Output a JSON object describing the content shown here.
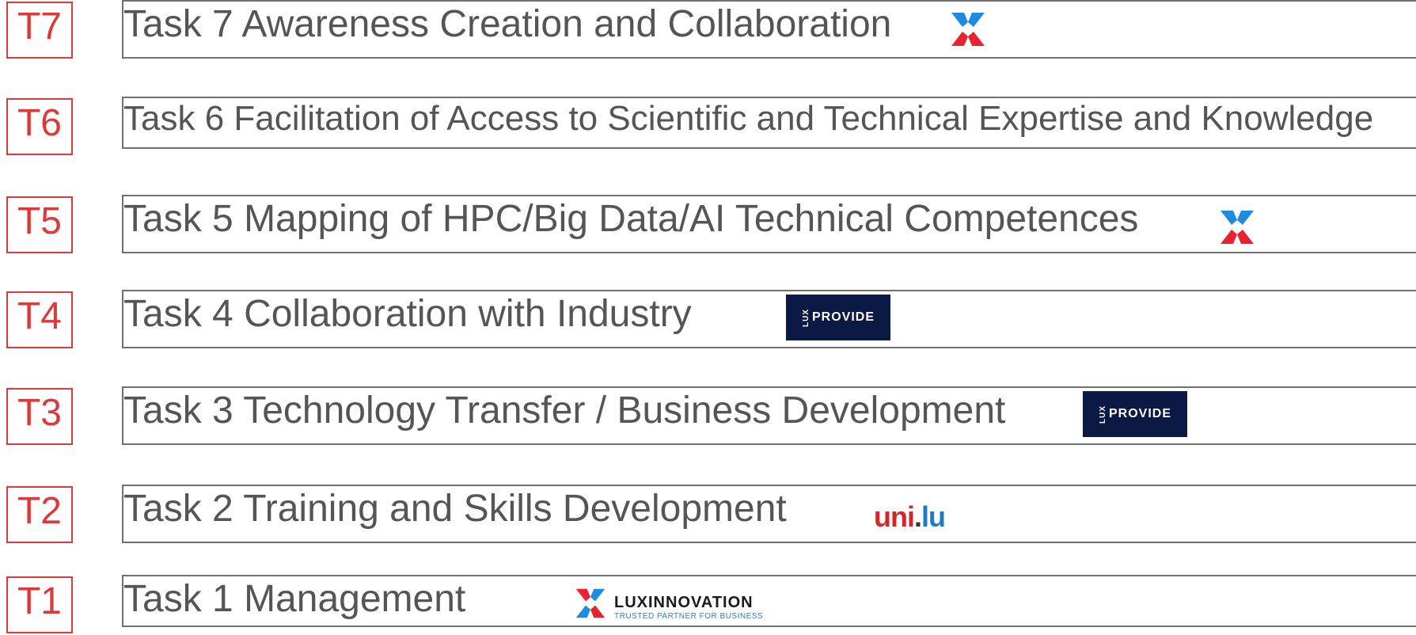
{
  "tasks": [
    {
      "badge": "T7",
      "label": "Task 7 Awareness Creation and Collaboration",
      "logo": "luxinnovation-x-icon"
    },
    {
      "badge": "T6",
      "label": "Task 6 Facilitation of Access to Scientific and Technical Expertise and Knowledge",
      "logo": ""
    },
    {
      "badge": "T5",
      "label": "Task 5 Mapping of HPC/Big Data/AI Technical Competences",
      "logo": "luxinnovation-x-icon"
    },
    {
      "badge": "T4",
      "label": "Task 4 Collaboration with Industry",
      "logo": "luxprovide-logo"
    },
    {
      "badge": "T3",
      "label": "Task 3 Technology Transfer / Business Development",
      "logo": "luxprovide-logo"
    },
    {
      "badge": "T2",
      "label": "Task 2 Training and Skills Development",
      "logo": "unilu-logo"
    },
    {
      "badge": "T1",
      "label": "Task 1 Management",
      "logo": "luxinnovation-logo"
    }
  ],
  "logos": {
    "luxprovide": {
      "small": "LUX",
      "word": "PROVIDE"
    },
    "unilu": {
      "part1": "uni",
      "dot": ".",
      "part2": "lu"
    },
    "luxinnovation": {
      "word": "LUXINNOVATION",
      "tagline": "TRUSTED PARTNER FOR BUSINESS"
    }
  },
  "colors": {
    "badge_red": "#d93a3a",
    "box_border": "#707070",
    "text_gray": "#555555",
    "x_blue": "#1e8ae0",
    "x_red": "#e8232f",
    "luxprovide_navy": "#0b1a45"
  }
}
